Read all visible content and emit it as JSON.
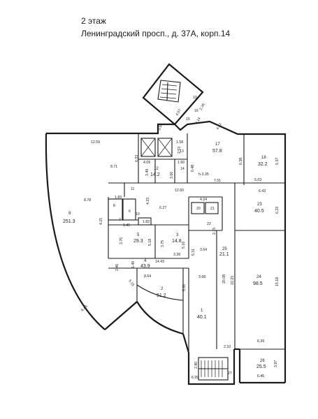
{
  "header": {
    "floor": "2 этаж",
    "address": "Ленинградский просп., д. 37А, корп.14"
  },
  "rooms": [
    {
      "id": "room-9",
      "number": "9",
      "area": "251.3"
    },
    {
      "id": "room-17",
      "number": "17",
      "area": "57.8"
    },
    {
      "id": "room-18",
      "number": "18",
      "area": "32.2"
    },
    {
      "id": "room-12",
      "number": "12",
      "area": "14.2"
    },
    {
      "id": "room-23",
      "number": "23",
      "area": "40.5"
    },
    {
      "id": "room-5",
      "number": "5",
      "area": "29.3"
    },
    {
      "id": "room-3",
      "number": "3",
      "area": "14.8"
    },
    {
      "id": "room-4",
      "number": "4",
      "area": "43.9"
    },
    {
      "id": "room-2",
      "number": "2",
      "area": "51.2"
    },
    {
      "id": "room-1",
      "number": "1",
      "area": "40.1"
    },
    {
      "id": "room-24",
      "number": "24",
      "area": "98.5"
    },
    {
      "id": "room-26",
      "number": "26",
      "area": "25.5"
    },
    {
      "id": "room-25",
      "number": "25",
      "area": "21.1"
    }
  ],
  "dimensions": {
    "d1": "12.59",
    "d2": "6.33",
    "d3": "8.71",
    "d4": "8.78",
    "d5": "4.15",
    "d6": "3.59",
    "d7": "4.09",
    "d8": "1.58",
    "d9": "2.53",
    "d10": "1.60",
    "d11": "3.49",
    "d12": "3.66",
    "d13": "6.48",
    "d14": "6.38",
    "d15": "6.37",
    "d16": "h-3.35",
    "d17": "7.51",
    "d18": "5.03",
    "d19": "12.60",
    "d20": "6.43",
    "d21": "6.27",
    "d22": "4.23",
    "d23": "1.83",
    "d24": "4.24",
    "d25": "6.23",
    "d26": "1.82",
    "d27": "1.41",
    "d28": "3.70",
    "d29": "5.18",
    "d30": "3.75",
    "d31": "3.28",
    "d32": "3.64",
    "d33": "5.31",
    "d34": "2.15",
    "d35": "14.43",
    "d36": "1.49",
    "d37": "2.46",
    "d38": "8.64",
    "d39": "5.15",
    "d40": "5.30",
    "d41": "3.68",
    "d42": "20.08",
    "d43": "22.23",
    "d44": "15.18",
    "d45": "6.43",
    "d46": "6.39",
    "d47": "2.10",
    "d48": "2.80",
    "d49": "6.99",
    "d50": "3.97",
    "d51": "6.45",
    "d52": "4.67",
    "d53": "4.14",
    "d54": "4.42",
    "d55": "2.36",
    "d56": "5.16"
  },
  "small_labels": {
    "s7": "7",
    "s6": "6",
    "s8": "8",
    "s10": "10",
    "s11": "11",
    "s13": "13",
    "s14": "14",
    "s15": "15",
    "s16": "16",
    "s19": "19",
    "s20": "20",
    "s21": "21",
    "s22": "22",
    "s27": "27"
  }
}
